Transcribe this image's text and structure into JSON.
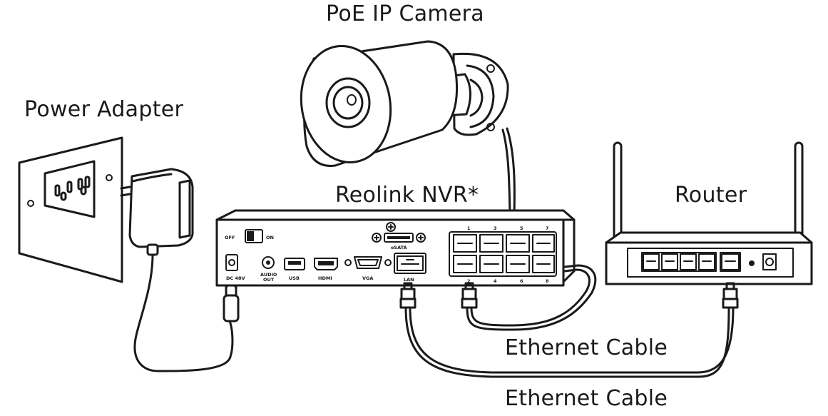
{
  "labels": {
    "camera": "PoE IP Camera",
    "adapter": "Power Adapter",
    "nvr": "Reolink NVR*",
    "router": "Router",
    "cable_1": "Ethernet Cable",
    "cable_2": "Ethernet Cable"
  },
  "nvr_panel": {
    "switch_off": "OFF",
    "switch_on": "ON",
    "dc": "DC 48V",
    "audio_1": "AUDIO",
    "audio_2": "OUT",
    "usb": "USB",
    "hdmi": "HDMI",
    "vga": "VGA",
    "esata": "eSATA",
    "lan": "LAN",
    "poe_top": [
      "1",
      "3",
      "5",
      "7"
    ],
    "poe_bottom": [
      "2",
      "4",
      "6",
      "8"
    ]
  }
}
